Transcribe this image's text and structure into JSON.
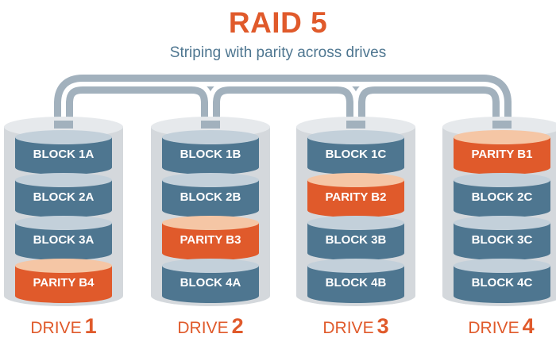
{
  "title": "RAID 5",
  "subtitle": "Striping with parity across drives",
  "colors": {
    "accent": "#e05a2b",
    "accent_top": "#f5c6a5",
    "block": "#4e7690",
    "block_top": "#c3d0da",
    "cylinder_bg": "#d4d8dc",
    "bus": "#a2b1bd",
    "bus_inner": "#ffffff"
  },
  "drives": [
    {
      "label": "DRIVE",
      "number": "1",
      "blocks": [
        {
          "text": "BLOCK 1A",
          "parity": false
        },
        {
          "text": "BLOCK 2A",
          "parity": false
        },
        {
          "text": "BLOCK 3A",
          "parity": false
        },
        {
          "text": "PARITY  B4",
          "parity": true
        }
      ]
    },
    {
      "label": "DRIVE",
      "number": "2",
      "blocks": [
        {
          "text": "BLOCK 1B",
          "parity": false
        },
        {
          "text": "BLOCK 2B",
          "parity": false
        },
        {
          "text": "PARITY B3",
          "parity": true
        },
        {
          "text": "BLOCK 4A",
          "parity": false
        }
      ]
    },
    {
      "label": "DRIVE",
      "number": "3",
      "blocks": [
        {
          "text": "BLOCK 1C",
          "parity": false
        },
        {
          "text": "PARITY B2",
          "parity": true
        },
        {
          "text": "BLOCK 3B",
          "parity": false
        },
        {
          "text": "BLOCK 4B",
          "parity": false
        }
      ]
    },
    {
      "label": "DRIVE",
      "number": "4",
      "blocks": [
        {
          "text": "PARITY B1",
          "parity": true
        },
        {
          "text": "BLOCK 2C",
          "parity": false
        },
        {
          "text": "BLOCK 3C",
          "parity": false
        },
        {
          "text": "BLOCK 4C",
          "parity": false
        }
      ]
    }
  ]
}
